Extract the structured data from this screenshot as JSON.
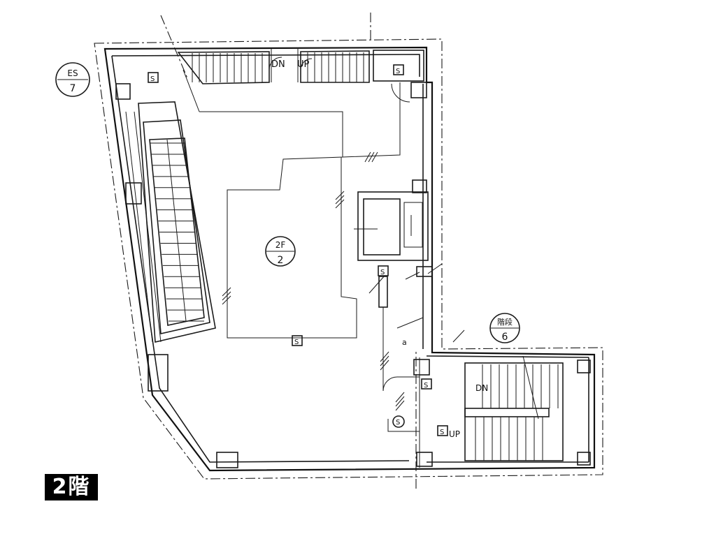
{
  "floor_label": "2階",
  "markers": [
    {
      "top": "ES",
      "bottom": "7"
    },
    {
      "top": "2F",
      "bottom": "2"
    },
    {
      "top": "階段",
      "bottom": "6"
    }
  ],
  "labels": {
    "dn": "DN",
    "up": "UP",
    "dn_stair": "DN",
    "up_stair": "UP",
    "point_a": "a",
    "sensor": "S"
  }
}
